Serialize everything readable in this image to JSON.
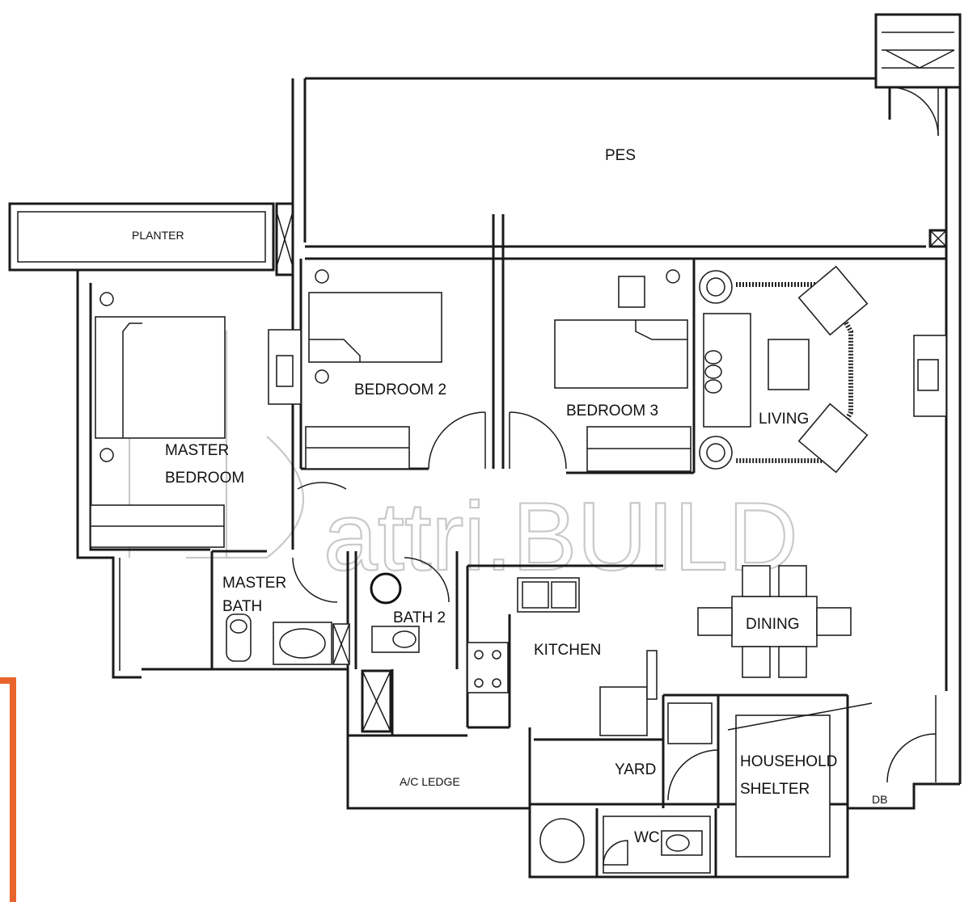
{
  "rooms": {
    "pes": "PES",
    "planter": "PLANTER",
    "bedroom2": "BEDROOM 2",
    "bedroom3": "BEDROOM 3",
    "living": "LIVING",
    "master_bedroom_line1": "MASTER",
    "master_bedroom_line2": "BEDROOM",
    "master_bath_line1": "MASTER",
    "master_bath_line2": "BATH",
    "bath2": "BATH 2",
    "kitchen": "KITCHEN",
    "dining": "DINING",
    "yard": "YARD",
    "household_shelter_line1": "HOUSEHOLD",
    "household_shelter_line2": "SHELTER",
    "ac_ledge": "A/C LEDGE",
    "wc": "WC",
    "db": "DB"
  },
  "watermark": "attri.BUILD",
  "colors": {
    "accent": "#e8642c",
    "wall": "#1a1a1a",
    "watermark": "#c9c9c9"
  }
}
